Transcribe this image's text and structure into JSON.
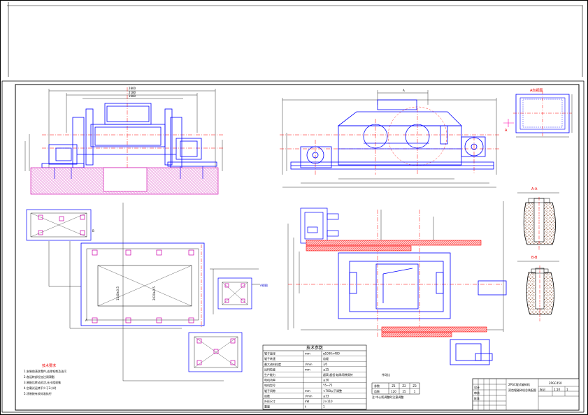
{
  "section_labels": {
    "view_a": "A向视图",
    "aa": "A-A",
    "bb": "B-B",
    "arrow_a": "A",
    "arrow_b": "B",
    "mark_b": "B",
    "mark_a_left": "A",
    "mark_a_right": "A"
  },
  "dims": {
    "base_w1": "1540±0.5",
    "base_w2": "2020±0.5"
  },
  "tech_requirements": {
    "title": "技术要求",
    "lines": [
      "1.安装前清洗零件,去除毛刺及油污",
      "2.各运转部位加注润滑脂",
      "3.装配后转动灵活,无卡阻现象",
      "4.空载试运转不少于2小时",
      "5.涂装按有关标准执行"
    ]
  },
  "spec_table": {
    "title": "技术参数",
    "rows": [
      [
        "辊子直径",
        "mm",
        "φ1000×400"
      ],
      [
        "辊子转速",
        "",
        "齿辊"
      ],
      [
        "最大进料粒度",
        "r/min",
        "3/5"
      ],
      [
        "出料粒度",
        "mm",
        "≤25"
      ],
      [
        "生产能力",
        "",
        "超高·超低·轴承间隙保持"
      ],
      [
        "电机功率",
        "",
        "≤30"
      ],
      [
        "电机型号",
        "",
        "Y5~75"
      ],
      [
        "辊子间隙",
        "mm",
        "<700以下调整"
      ],
      [
        "齿数",
        "r/min",
        "≤33"
      ],
      [
        "外形尺寸",
        "kW",
        "2×110"
      ],
      [
        "重量",
        "t",
        "1"
      ]
    ]
  },
  "gear_table": {
    "title": "传动比",
    "headers": [
      "参数",
      "Z1",
      "Z2",
      "Z3"
    ],
    "row": [
      "齿数",
      "120",
      "25",
      "1"
    ],
    "note": "注:中心距调整时注意调整"
  },
  "title_block": {
    "drawing_name": "2PGC辊式破碎机",
    "drawing_no": "2PGC450",
    "sub_name": "双齿辊破碎机总装配图",
    "scale": "1:10",
    "sheet": "1",
    "designer": "设计",
    "checker": "审核",
    "approver": "批准",
    "mark": "标记"
  },
  "colors": {
    "frame": "#000000",
    "outline": "#0000ff",
    "centerline": "#ff0000",
    "hatch": "#cc00aa",
    "dimension": "#000000"
  }
}
